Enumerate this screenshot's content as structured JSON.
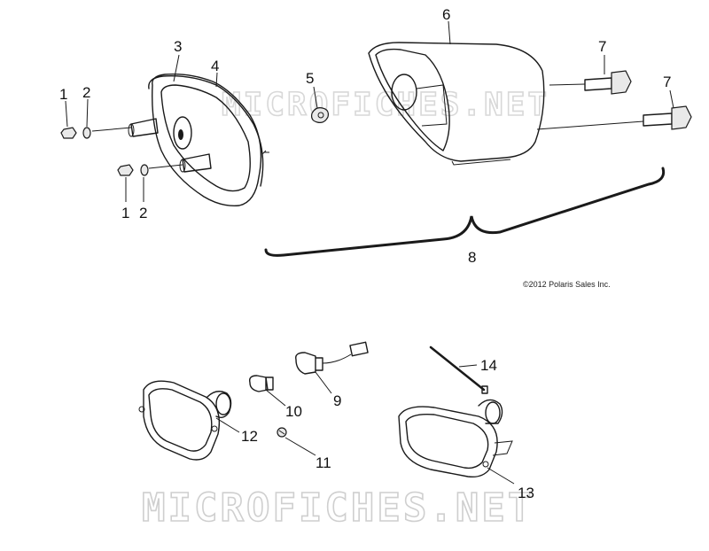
{
  "callouts": {
    "c1a": "1",
    "c2a": "2",
    "c3": "3",
    "c4": "4",
    "c5": "5",
    "c6": "6",
    "c7a": "7",
    "c7b": "7",
    "c1b": "1",
    "c2b": "2",
    "c8": "8",
    "c9": "9",
    "c10": "10",
    "c11": "11",
    "c12": "12",
    "c13": "13",
    "c14": "14"
  },
  "copyright": "©2012 Polaris Sales Inc.",
  "watermark": "MICROFICHES.NET",
  "watermark_top": "MICROFICHES.NET"
}
